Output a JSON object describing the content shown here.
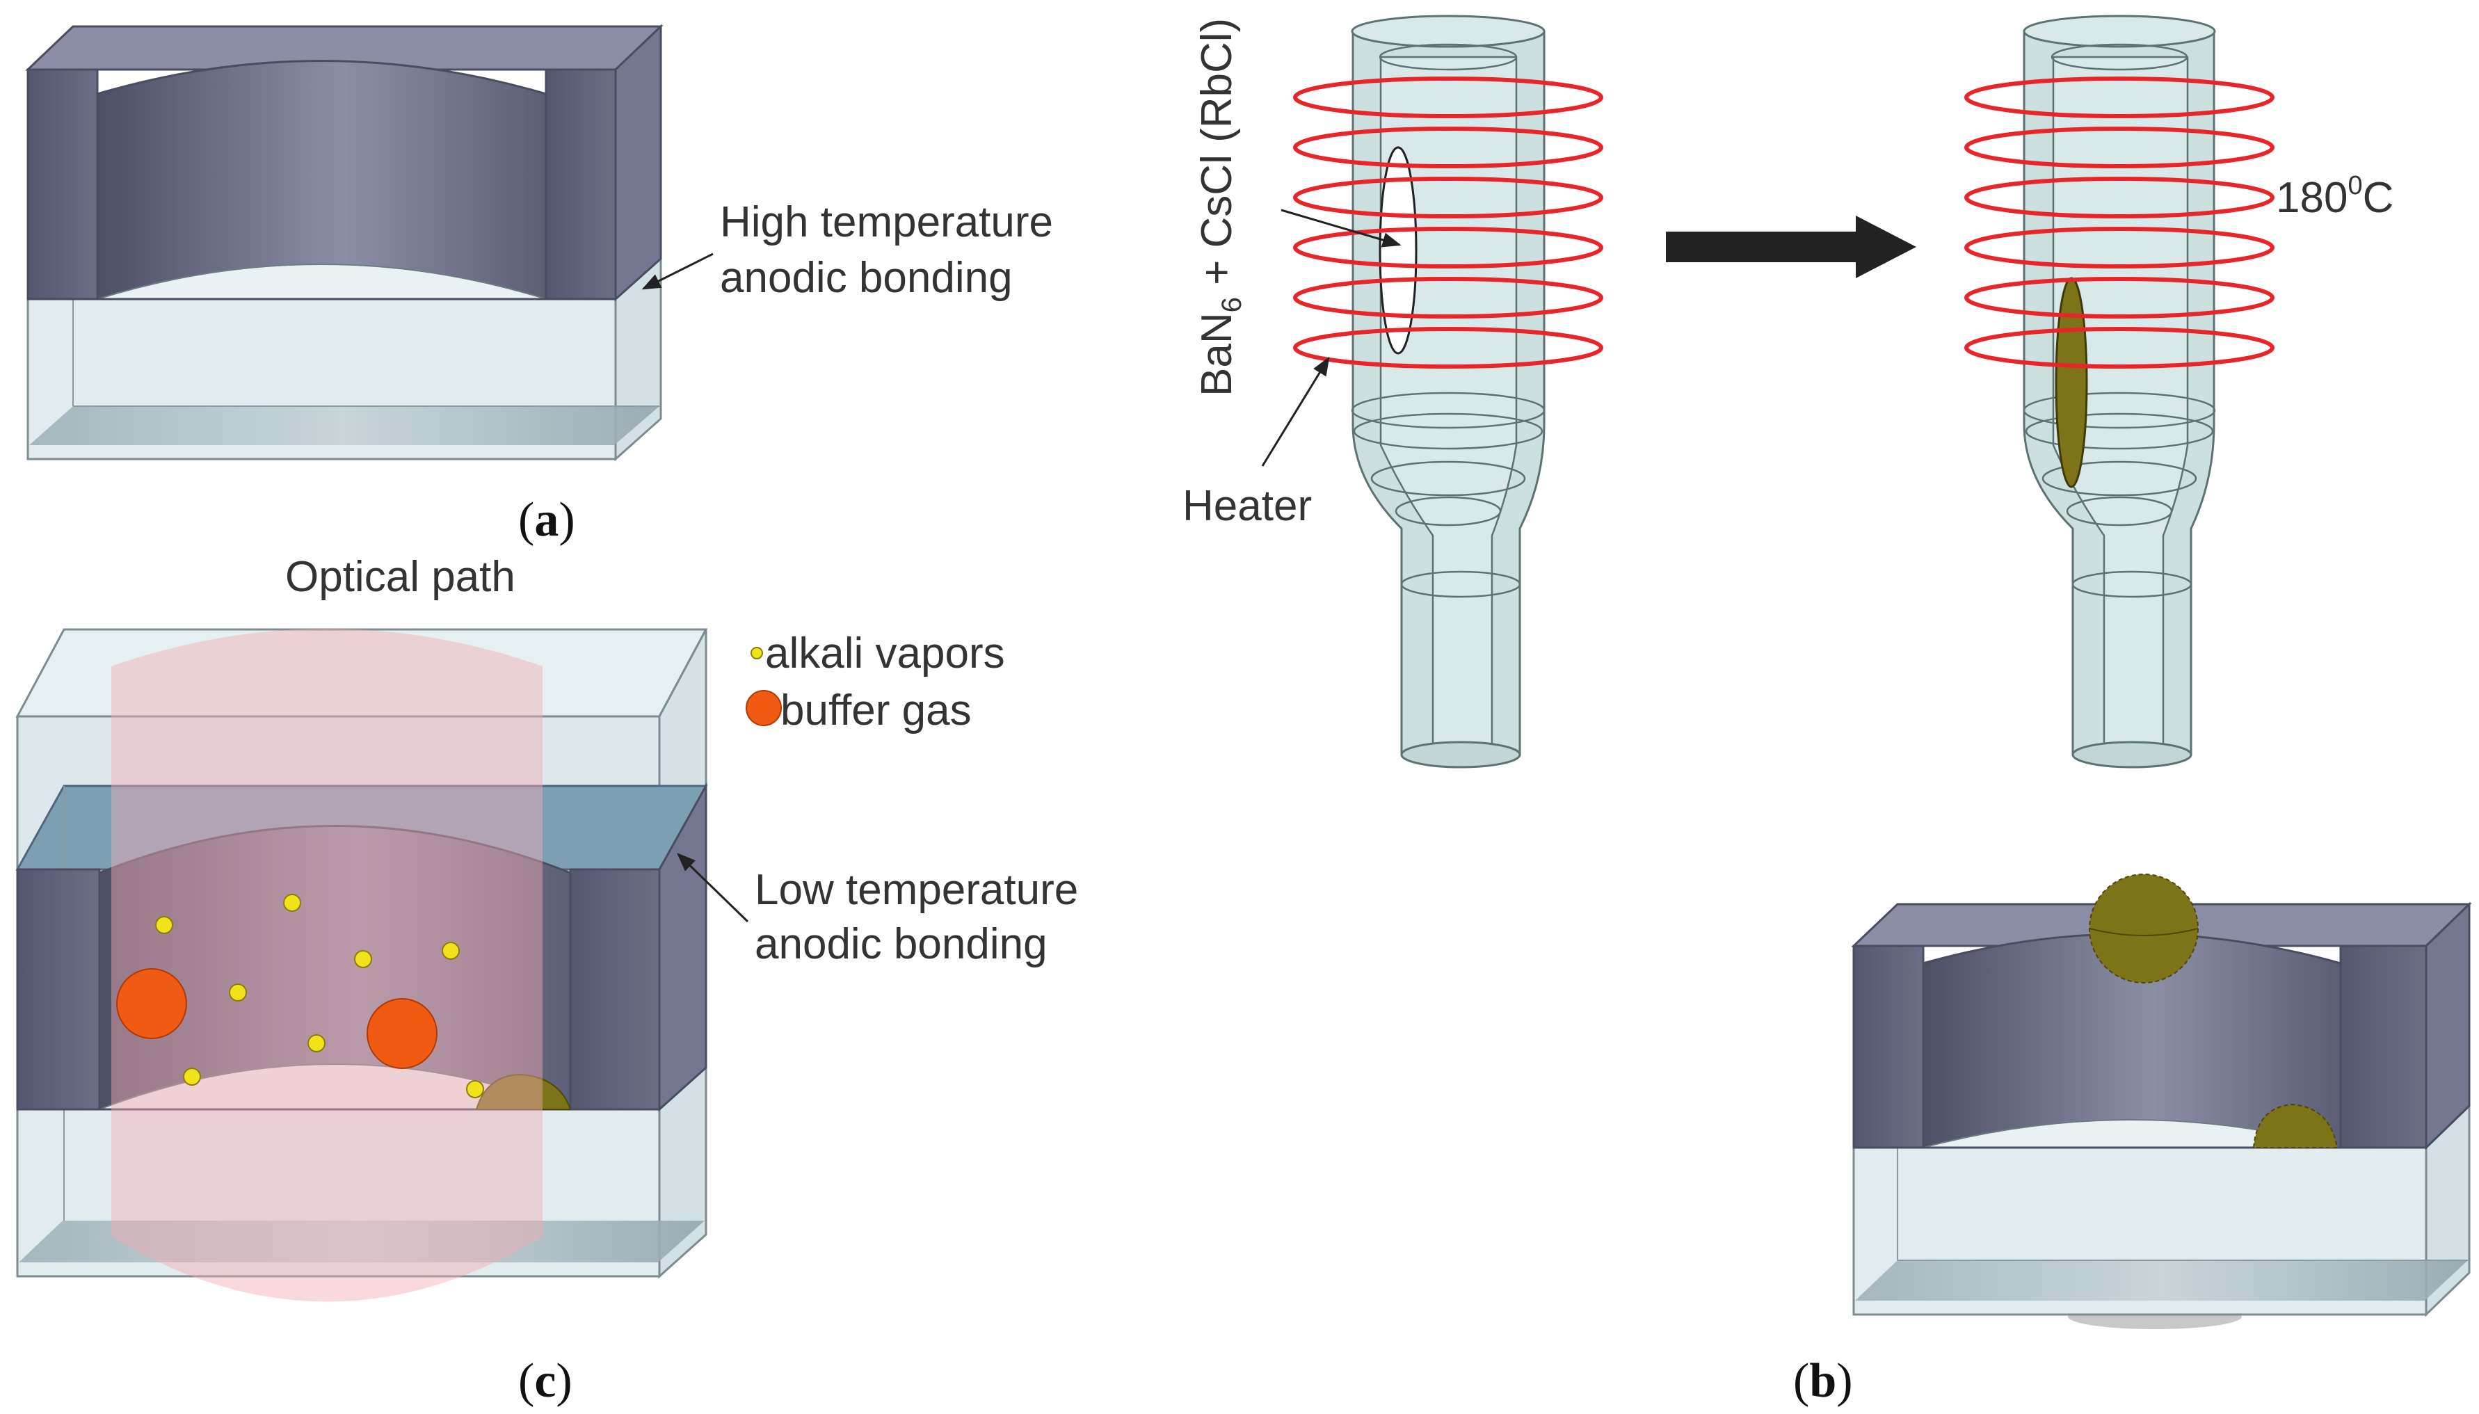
{
  "panel_a": {
    "caption_open": "(",
    "caption_letter": "a",
    "caption_close": ")",
    "label_line1": "High temperature",
    "label_line2": "anodic bonding"
  },
  "panel_b": {
    "caption_open": "(",
    "caption_letter": "b",
    "caption_close": ")",
    "reagent_ba": "BaN",
    "reagent_sub": "6",
    "reagent_rest": " + CsCl (RbCl)",
    "heater_label": "Heater",
    "temp_value": "180",
    "temp_sup": "0",
    "temp_unit": "C"
  },
  "panel_c": {
    "caption_open": "(",
    "caption_letter": "c",
    "caption_close": ")",
    "optical_path_label": "Optical path",
    "legend_alkali": "alkali vapors",
    "legend_buffer": "buffer gas",
    "label_line1": "Low temperature",
    "label_line2": "anodic bonding"
  },
  "colors": {
    "silicon": "#6e7088",
    "glass": "#d7e6e9",
    "heater": "#e8262a",
    "alkali": "#f2e21a",
    "buffer_gas": "#f05a12",
    "metal_drop": "#7d7318",
    "optical_path": "#f2b8bd"
  }
}
